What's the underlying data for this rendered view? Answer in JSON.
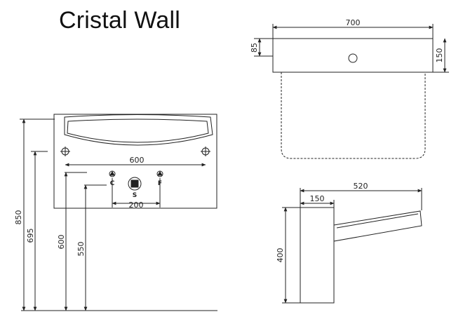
{
  "title": "Cristal Wall",
  "front_view": {
    "dim_width": "600",
    "dim_outlets": "200",
    "dim_height_total": "850",
    "dim_height_holes": "695",
    "dim_height_top": "600",
    "dim_height_tap": "550",
    "label_cold": "C",
    "label_hot": "F",
    "label_siphon": "S"
  },
  "top_view": {
    "dim_width": "700",
    "dim_rim": "85",
    "dim_depth": "150"
  },
  "side_view": {
    "dim_length": "520",
    "dim_wall": "150",
    "dim_height": "400"
  }
}
